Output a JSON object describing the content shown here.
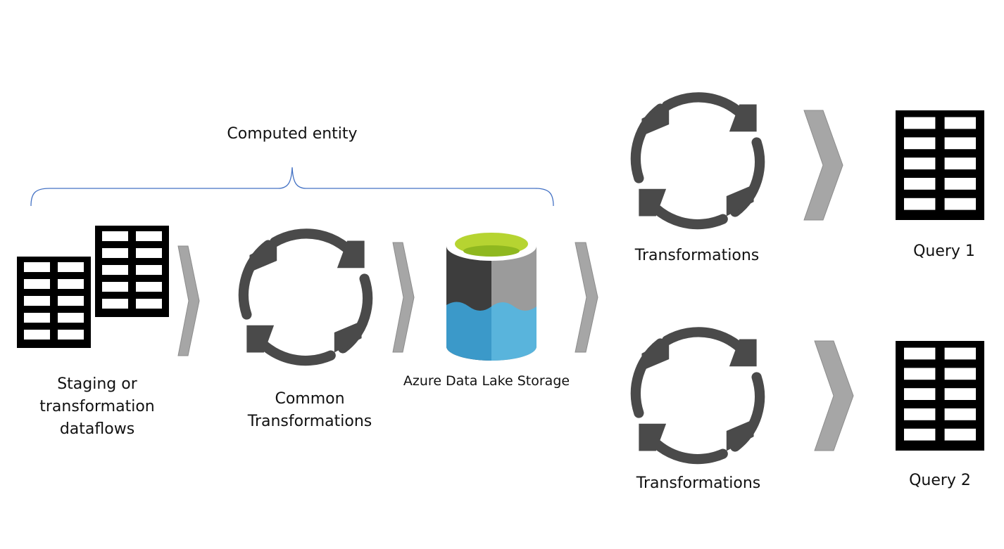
{
  "labels": {
    "computed_entity": "Computed entity",
    "staging_line1": "Staging or",
    "staging_line2": "transformation",
    "staging_line3": "dataflows",
    "common_line1": "Common",
    "common_line2": "Transformations",
    "azure": "Azure Data Lake Storage",
    "transformations_top": "Transformations",
    "transformations_bottom": "Transformations",
    "query1": "Query 1",
    "query2": "Query 2"
  },
  "colors": {
    "cycle": "#4a4a4a",
    "chevron_fill": "#a6a6a6",
    "chevron_stroke": "#8c8c8c",
    "brace": "#4472c4",
    "table": "#000000",
    "lake_green": "#a8cc2a",
    "lake_top_green": "#b6d431",
    "lake_dark": "#3d3d3d",
    "lake_grey": "#9b9b9b",
    "lake_blue_dark": "#3b99c9",
    "lake_blue_light": "#59b4dc"
  }
}
